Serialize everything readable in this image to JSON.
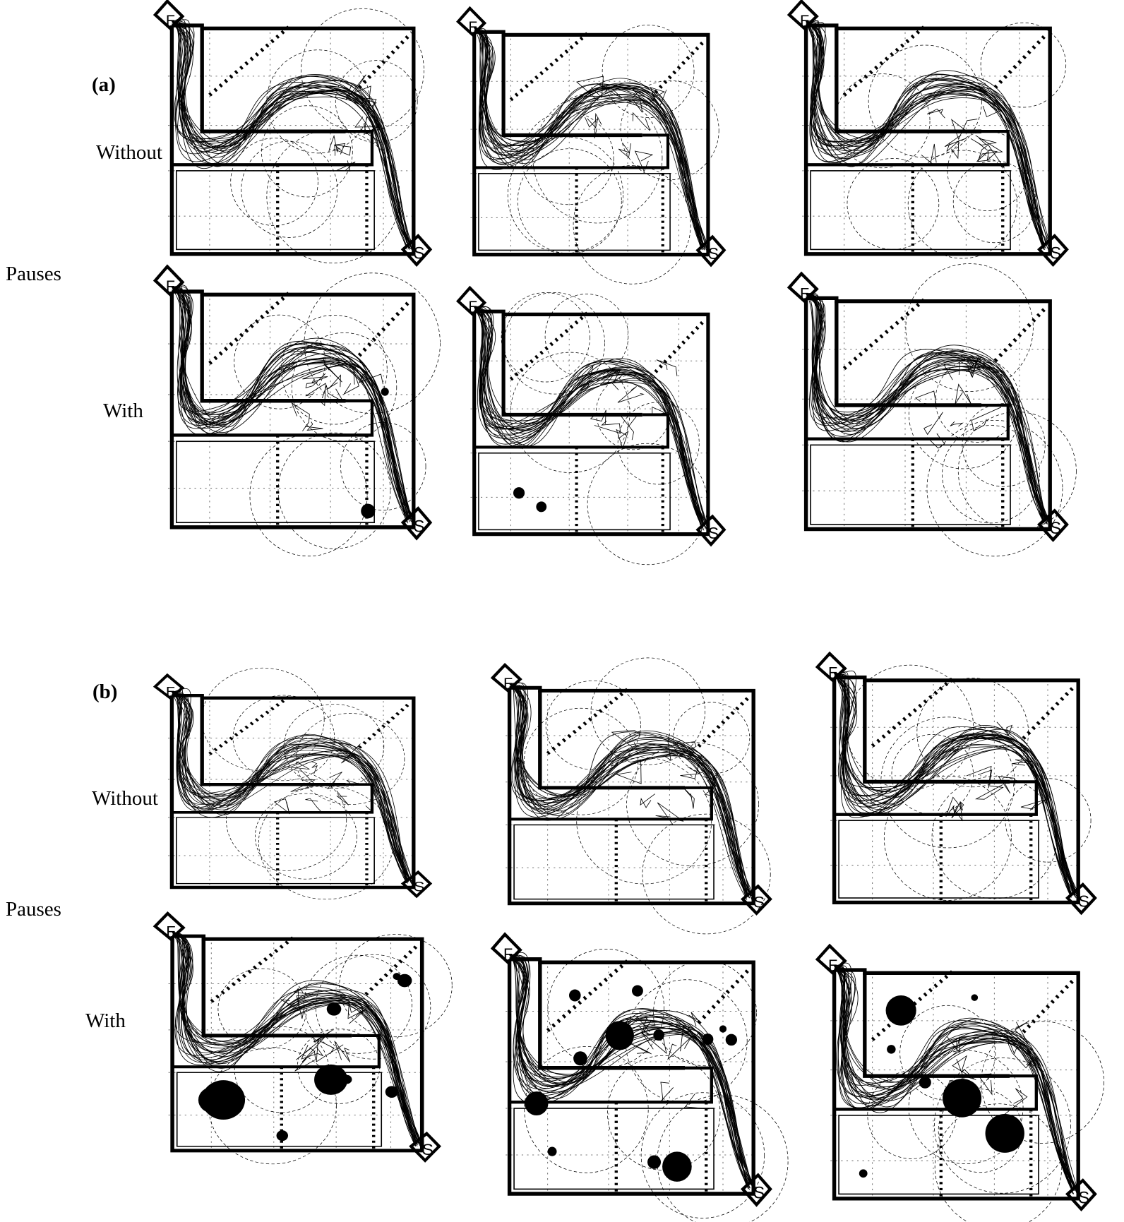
{
  "figure": {
    "section_a": {
      "label": "(a)",
      "group_label": "Pauses",
      "row_without_label": "Without",
      "row_with_label": "With"
    },
    "section_b": {
      "label": "(b)",
      "group_label": "Pauses",
      "row_without_label": "Without",
      "row_with_label": "With"
    },
    "panel_map_letters": {
      "finish": "F",
      "start": "S"
    },
    "colors": {
      "ink": "#000000",
      "background": "#ffffff",
      "grid": "#777777"
    },
    "pause_marker_counts": {
      "a_with": [
        2,
        2,
        0
      ],
      "b_with": [
        9,
        12,
        7
      ]
    }
  }
}
